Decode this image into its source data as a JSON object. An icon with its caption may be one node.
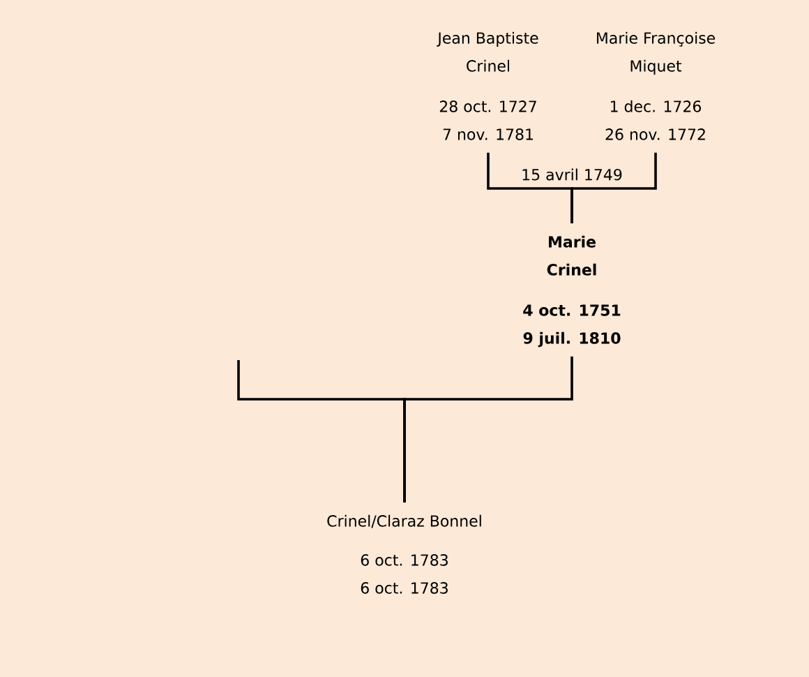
{
  "diagram": {
    "nodes": [
      {
        "text": [
          "Jean Baptiste Crinel",
          "28 oct. 1727",
          "7 nov. 1781"
        ]
      },
      {
        "text": [
          "Marie Françoise Miquet",
          "1 dec. 1726",
          "26 nov. 1772"
        ]
      },
      {
        "text": [
          "Marie Crinel",
          "4 oct. 1751",
          "9 juil. 1810"
        ]
      },
      {
        "text": [
          "Crinel/Claraz Bonnel",
          "6 oct. 1783",
          "6 oct. 1783"
        ]
      }
    ],
    "edges": [
      {
        "from": 0,
        "to": 2,
        "arrow": "none",
        "label": "15 avril 1749"
      },
      {
        "from": 1,
        "to": 2,
        "arrow": "none"
      },
      {
        "from": 2,
        "to": 3,
        "arrow": "none"
      },
      {
        "from": null,
        "to": 3,
        "arrow": "none"
      }
    ]
  }
}
